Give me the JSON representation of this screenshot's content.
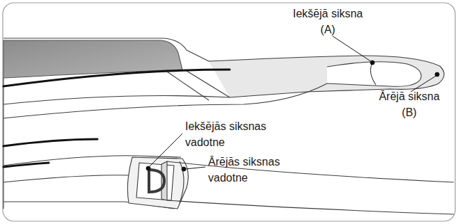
{
  "diagram": {
    "labels": [
      "Iekšējā siksna (A)",
      "Ārējā siksna (B)",
      "Iekšējās siksnas vadotne",
      "Ārējās siksnas vadotne"
    ]
  }
}
